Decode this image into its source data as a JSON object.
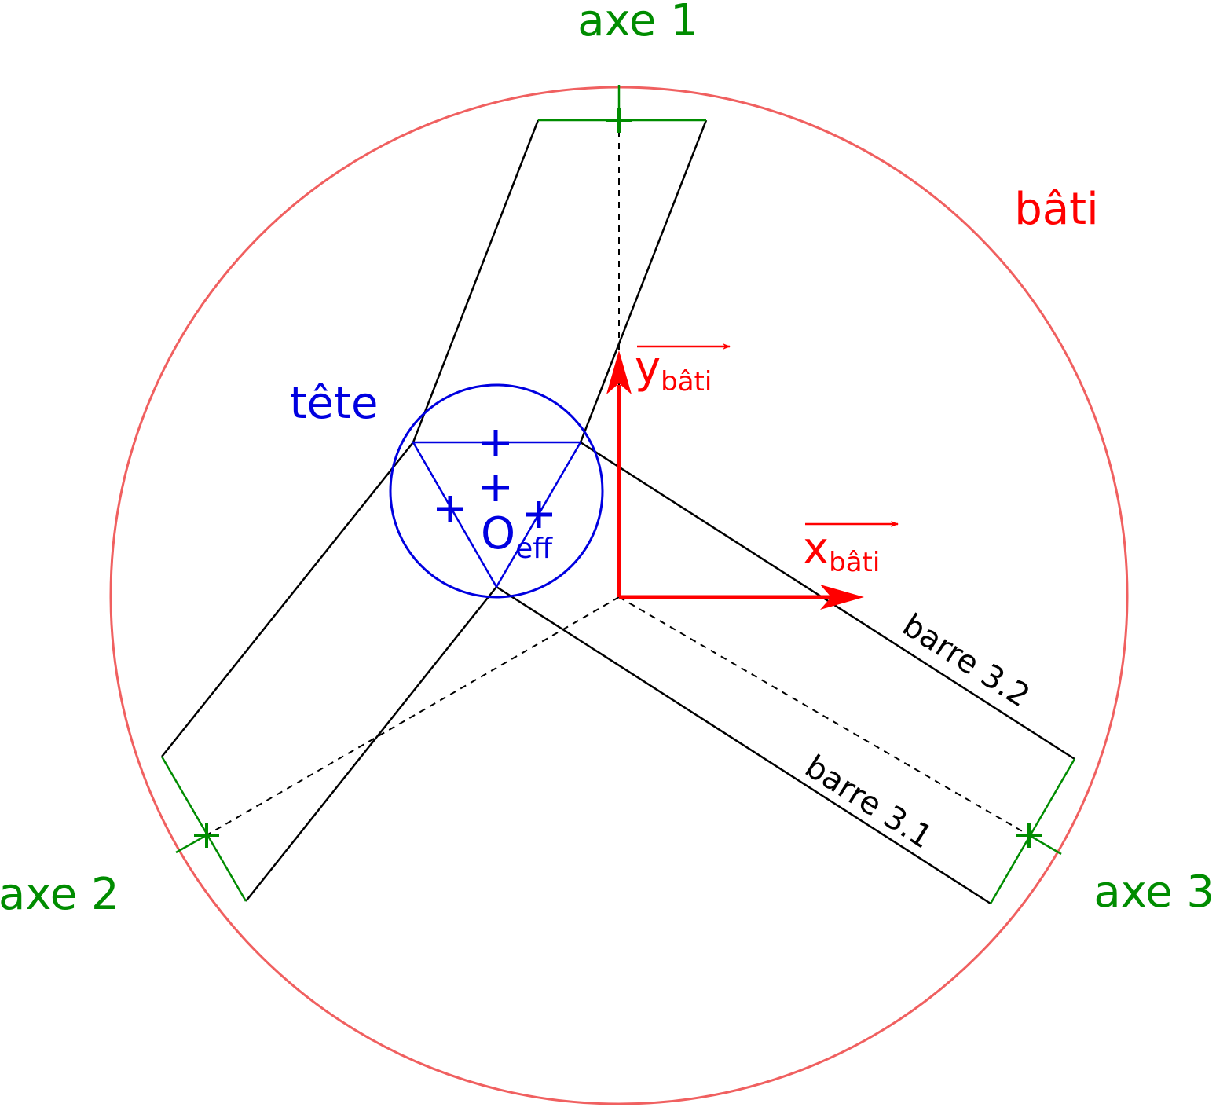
{
  "labels": {
    "axe1": "axe 1",
    "axe2": "axe 2",
    "axe3": "axe 3",
    "bati": "bâti",
    "tete": "tête",
    "x_main": "x",
    "x_sub": "bâti",
    "y_main": "y",
    "y_sub": "bâti",
    "origin_main": "O",
    "origin_sub": "eff",
    "barre31": "barre 3.1",
    "barre32": "barre 3.2"
  },
  "colors": {
    "frame": "#f06060",
    "frame_text": "#ff0000",
    "axis_vector": "#ff0000",
    "axes": "#008c00",
    "head": "#0000e0",
    "bars": "#000000"
  }
}
